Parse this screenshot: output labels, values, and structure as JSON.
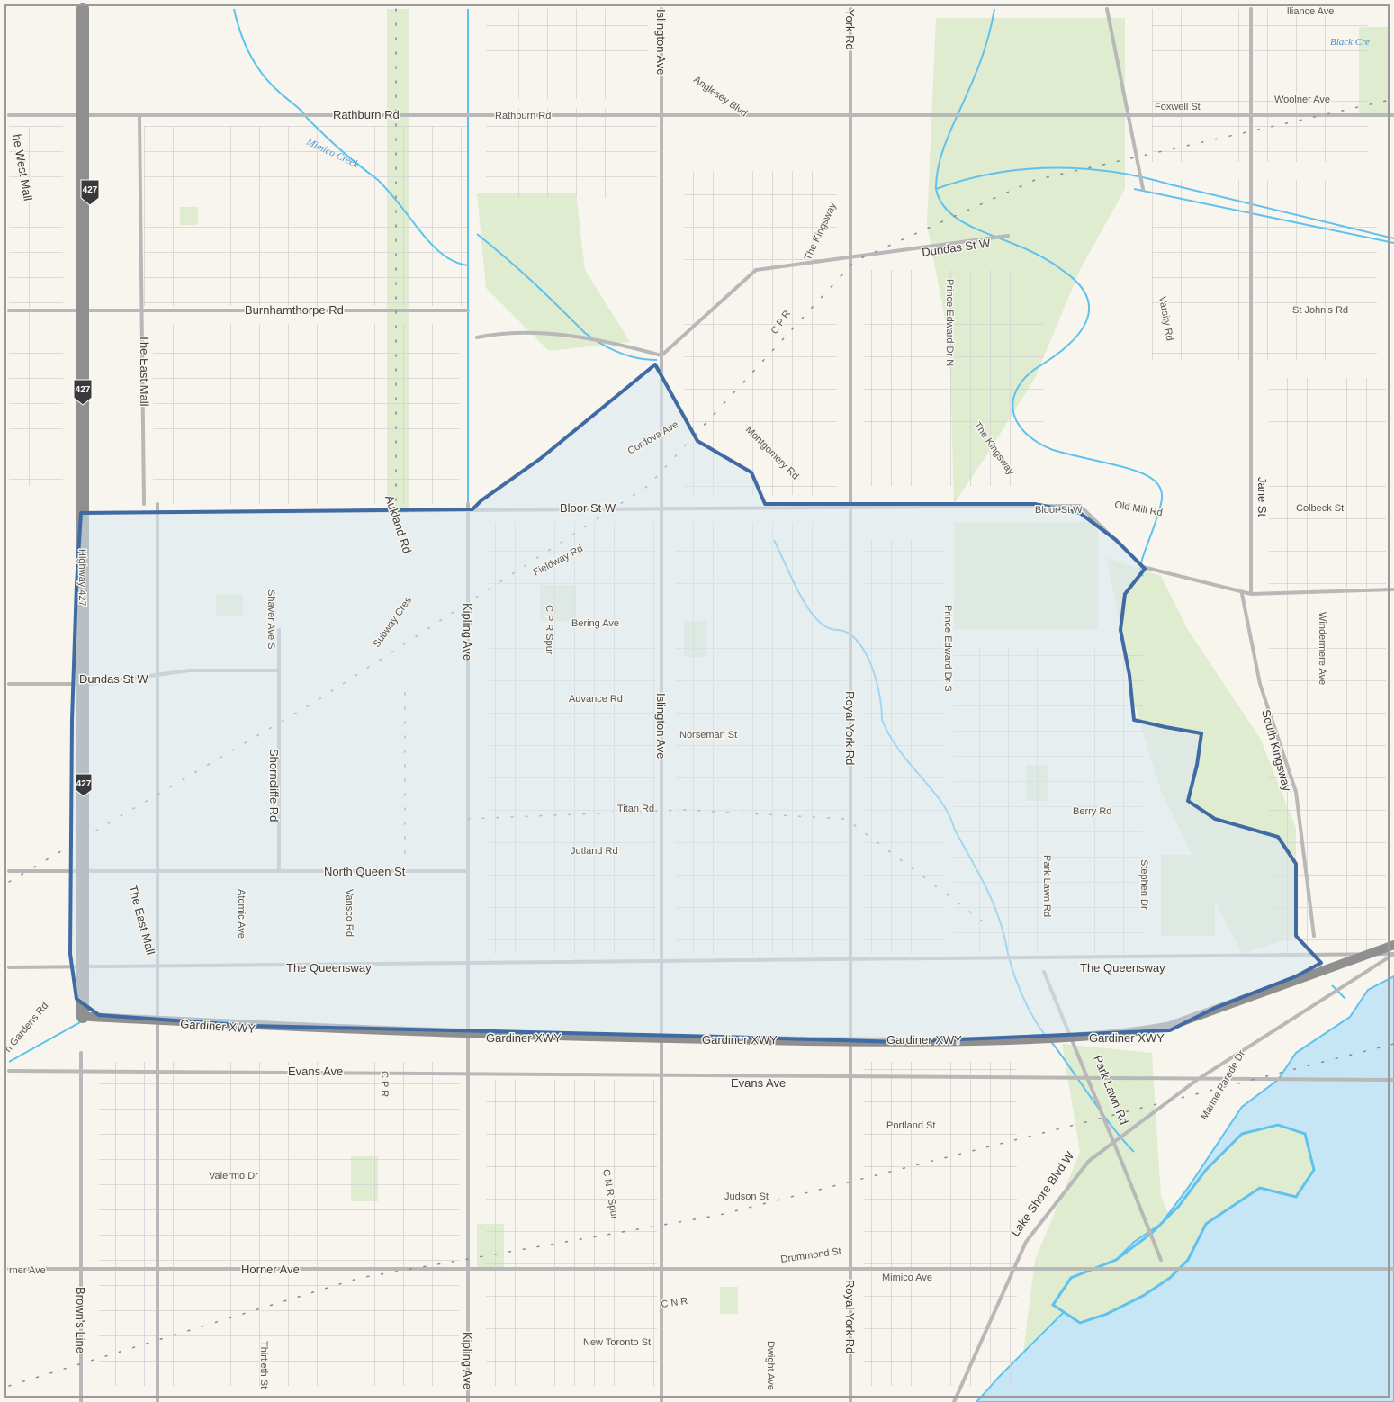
{
  "map": {
    "colors": {
      "background": "#f7f5ee",
      "park": "#dfeccf",
      "water": "#c7e6f5",
      "stream": "#5fc2ee",
      "major_road": "#b8b8b8",
      "minor_road": "#cfcfcf",
      "highway": "#8f8f8f",
      "boundary_stroke": "#3f6aa3",
      "boundary_fill": "#dbe8f3",
      "rail": "#7f8c99",
      "frame": "#9a9a9a"
    },
    "highway_shields": [
      "427",
      "427",
      "427"
    ],
    "roads": {
      "rathburn_w": "Rathburn Rd",
      "rathburn_e": "Rathburn Rd",
      "burnhamthorpe": "Burnhamthorpe Rd",
      "dundas_w": "Dundas St W",
      "dundas_e": "Dundas St W",
      "bloor": "Bloor St W",
      "bloor_e": "Bloor St W",
      "queensway_w": "The Queensway",
      "queensway_e": "The Queensway",
      "gardiner_1": "Gardiner XWY",
      "gardiner_2": "Gardiner XWY",
      "gardiner_3": "Gardiner XWY",
      "gardiner_4": "Gardiner XWY",
      "gardiner_5": "Gardiner XWY",
      "evans_w": "Evans Ave",
      "evans_e": "Evans Ave",
      "horner_w": "rner Ave",
      "horner": "Horner Ave",
      "north_queen": "North Queen St",
      "advance": "Advance Rd",
      "norseman": "Norseman St",
      "titan": "Titan Rd",
      "jutland": "Jutland Rd",
      "bering": "Bering Ave",
      "fieldway": "Fieldway Rd",
      "cordova": "Cordova Ave",
      "montgomery": "Montgomery Rd",
      "old_mill": "Old Mill Rd",
      "colbeck": "Colbeck St",
      "st_johns": "St John's Rd",
      "woolner": "Woolner Ave",
      "foxwell": "Foxwell St",
      "alliance": "lliance Ave",
      "anglesey": "Anglesey Blvd",
      "the_kingsway_n": "The Kingsway",
      "the_kingsway_s": "The Kingsway",
      "varsity": "Varsity Rd",
      "jane": "Jane St",
      "south_kingsway": "South Kingsway",
      "windermere": "Windermere Ave",
      "berry": "Berry Rd",
      "park_lawn": "Park Lawn Rd",
      "park_lawn_s": "Park Lawn Rd",
      "stephen": "Stephen Dr",
      "prince_edward_n": "Prince Edward Dr N",
      "prince_edward_s": "Prince Edward Dr S",
      "royal_york_n": "York Rd",
      "royal_york_c": "Royal York Rd",
      "royal_york_s": "Royal York Rd",
      "islington_n": "Islington Ave",
      "islington_c": "Islington Ave",
      "kipling_c": "Kipling Ave",
      "kipling_s": "Kipling Ave",
      "aukland": "Aukland Rd",
      "subway_cres": "Subway Cres",
      "shaver": "Shaver Ave S",
      "shorncliffe": "Shorncliffe Rd",
      "atomic": "Atomic Ave",
      "vansco": "Vansco Rd",
      "the_east_mall_n": "The East Mall",
      "the_east_mall_s": "The East Mall",
      "the_west_mall": "he West Mall",
      "highway_427": "Highway 427",
      "browns_line": "Brown's Line",
      "thirtieth": "Thirtieth St",
      "dwight": "Dwight Ave",
      "portland": "Portland St",
      "judson": "Judson St",
      "valermo": "Valermo Dr",
      "drummond": "Drummond St",
      "mimico": "Mimico Ave",
      "new_toronto": "New Toronto St",
      "lake_shore": "Lake Shore Blvd W",
      "marine_parade": "Marine Parade Dr",
      "gardens": "n Gardens Rd",
      "cpr_1": "C P R",
      "cpr_2": "C P R",
      "cpr_spur": "C P R Spur",
      "cnr": "C N R",
      "cnr_spur": "C N R Spur"
    },
    "water": {
      "mimico_creek": "Mimico Creek",
      "black_creek": "Black Cre"
    }
  }
}
